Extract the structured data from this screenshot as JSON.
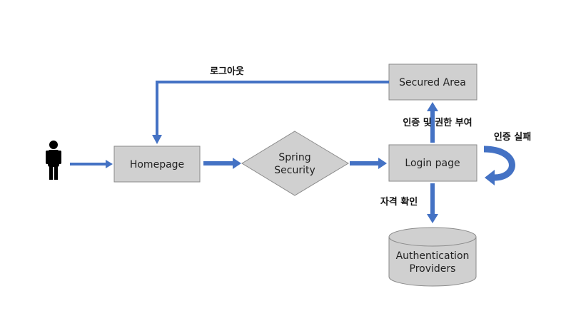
{
  "colors": {
    "box_fill": "#d0d0d0",
    "box_stroke": "#8a8a8a",
    "arrow": "#4472c4",
    "arrow_edge": "#2f5597",
    "person": "#000000"
  },
  "nodes": {
    "homepage": "Homepage",
    "spring_security_line1": "Spring",
    "spring_security_line2": "Security",
    "login_page": "Login page",
    "secured_area": "Secured Area",
    "auth_providers_line1": "Authentication",
    "auth_providers_line2": "Providers"
  },
  "edge_labels": {
    "logout": "로그아웃",
    "auth_grant": "인증 및 권한 부여",
    "auth_fail": "인증 실패",
    "credential_check": "자격 확인"
  },
  "icons": {
    "user": "person-icon"
  }
}
